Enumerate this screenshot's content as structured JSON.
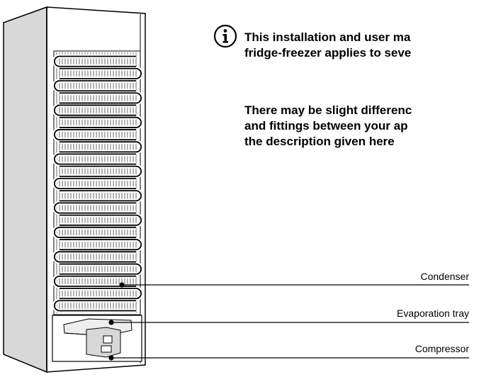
{
  "notes": {
    "note1_line1": "This installation and user ma",
    "note1_line2": "fridge-freezer applies to seve",
    "note2_line1": "There may be slight differenc",
    "note2_line2": "and fittings between your ap",
    "note2_line3": "the description given here"
  },
  "icon": "info-icon",
  "callouts": {
    "condenser": "Condenser",
    "evaporation_tray": "Evaporation tray",
    "compressor": "Compressor"
  }
}
